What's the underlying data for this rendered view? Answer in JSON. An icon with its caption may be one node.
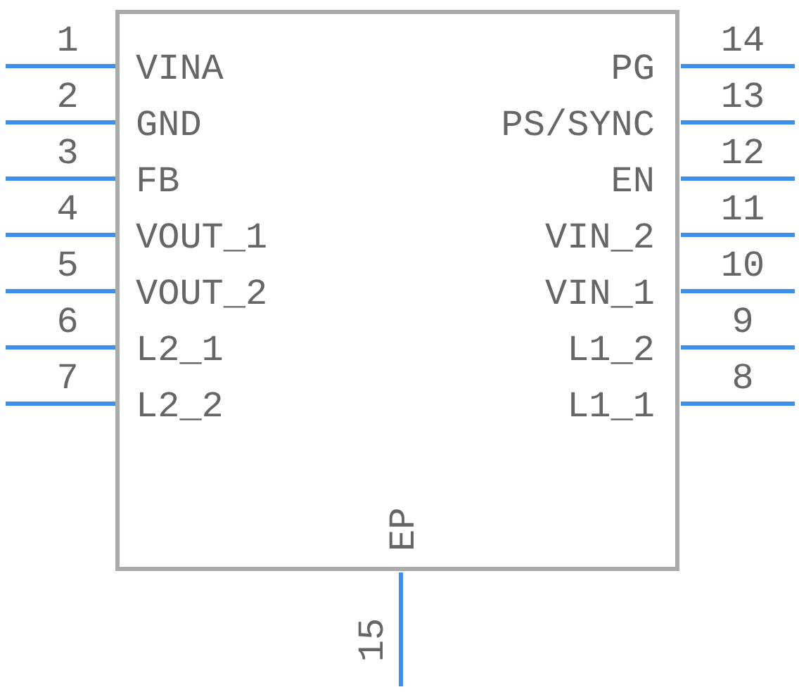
{
  "diagram": {
    "nodes": [
      {
        "text": [
          "VINA",
          "PG",
          "GND",
          "PS/SYNC",
          "FB",
          "EN",
          "VOUT_1",
          "VIN_2",
          "VOUT_2",
          "VIN_1",
          "L2_1",
          "L1_2",
          "L2_2",
          "L1_1",
          "EP"
        ]
      }
    ],
    "labels": [
      "1",
      "14",
      "2",
      "13",
      "3",
      "12",
      "4",
      "11",
      "5",
      "10",
      "6",
      "9",
      "7",
      "8",
      "15"
    ]
  }
}
